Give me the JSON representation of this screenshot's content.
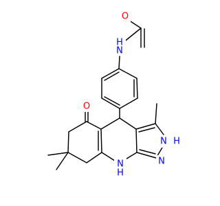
{
  "atoms": [
    {
      "id": "o_acetyl",
      "label": "O",
      "color": "#ff0000"
    },
    {
      "id": "n_amide",
      "label": "N",
      "h_label": "H",
      "color": "#0000ff"
    },
    {
      "id": "o_ketone",
      "label": "O",
      "color": "#ff0000"
    },
    {
      "id": "n_pyrazole_h",
      "label": "N",
      "h_label": "H",
      "color": "#0000ff"
    },
    {
      "id": "n_pyrazole",
      "label": "N",
      "color": "#0000ff"
    },
    {
      "id": "n_ring",
      "label": "N",
      "h_label": "H",
      "color": "#0000ff"
    }
  ]
}
